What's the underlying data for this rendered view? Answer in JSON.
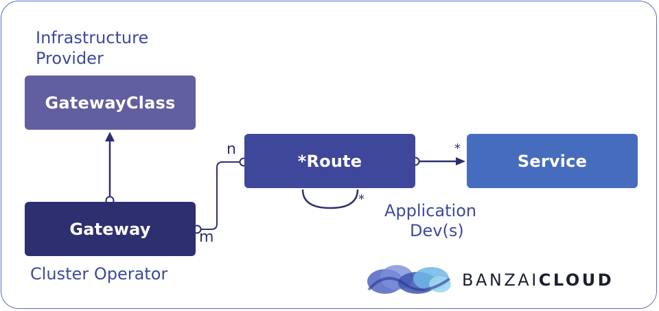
{
  "roles": {
    "infrastructure_provider_line1": "Infrastructure",
    "infrastructure_provider_line2": "Provider",
    "cluster_operator": "Cluster Operator",
    "application_devs_line1": "Application",
    "application_devs_line2": "Dev(s)"
  },
  "nodes": {
    "gatewayclass": "GatewayClass",
    "gateway": "Gateway",
    "route": "*Route",
    "service": "Service"
  },
  "multiplicities": {
    "n": "n",
    "m": "m",
    "route_to_service": "*",
    "route_self": "*"
  },
  "logo": {
    "text_light": "BANZAI",
    "text_bold": "CLOUD"
  },
  "colors": {
    "gatewayclass": "#615fa0",
    "gateway": "#2e2f6e",
    "route": "#3f479a",
    "service": "#466cbd",
    "text": "#3d4a9c",
    "frame": "#5a6bc0"
  }
}
